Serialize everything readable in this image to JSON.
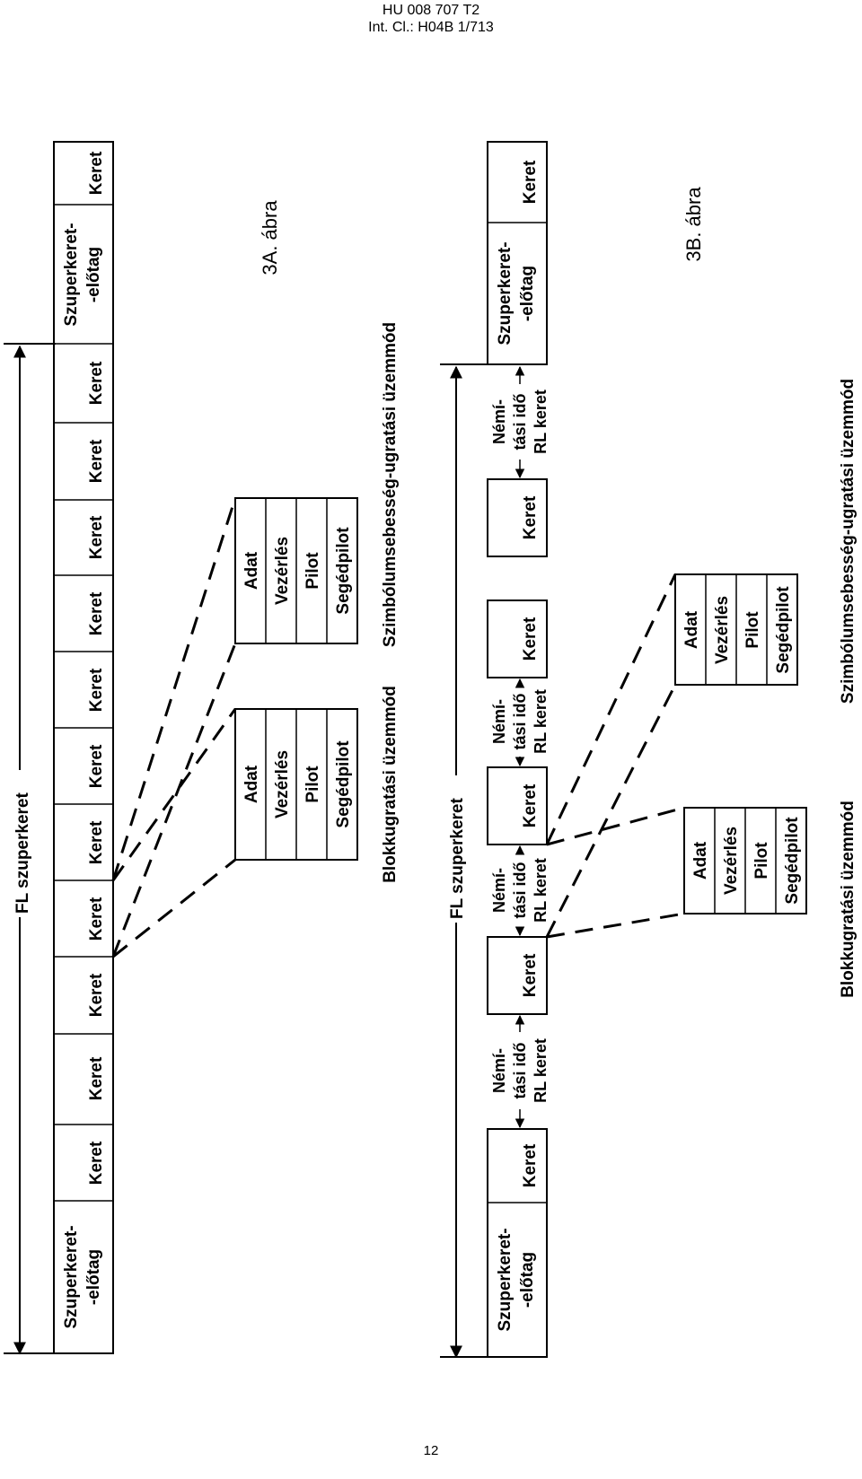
{
  "header": {
    "line1": "HU 008 707 T2",
    "line2": "Int. Cl.: H04B 1/713"
  },
  "page_number": "12",
  "labels": {
    "frame": "Keret",
    "prefix_line1": "Szuperkeret-",
    "prefix_line2": "-előtag",
    "fl_superframe": "FL szuperkeret",
    "mute_line1": "Némí-",
    "mute_line2": "tási idő",
    "mute_line3": "RL keret",
    "slot_data": "Adat",
    "slot_control": "Vezérlés",
    "slot_pilot": "Pilot",
    "slot_aux_pilot": "Segédpilot",
    "block_mode": "Blokkugratási üzemmód",
    "symbol_mode": "Szimbólumsebesség-ugratási üzemmód"
  },
  "figures": {
    "fig_a": "3A. ábra",
    "fig_b": "3B. ábra"
  }
}
